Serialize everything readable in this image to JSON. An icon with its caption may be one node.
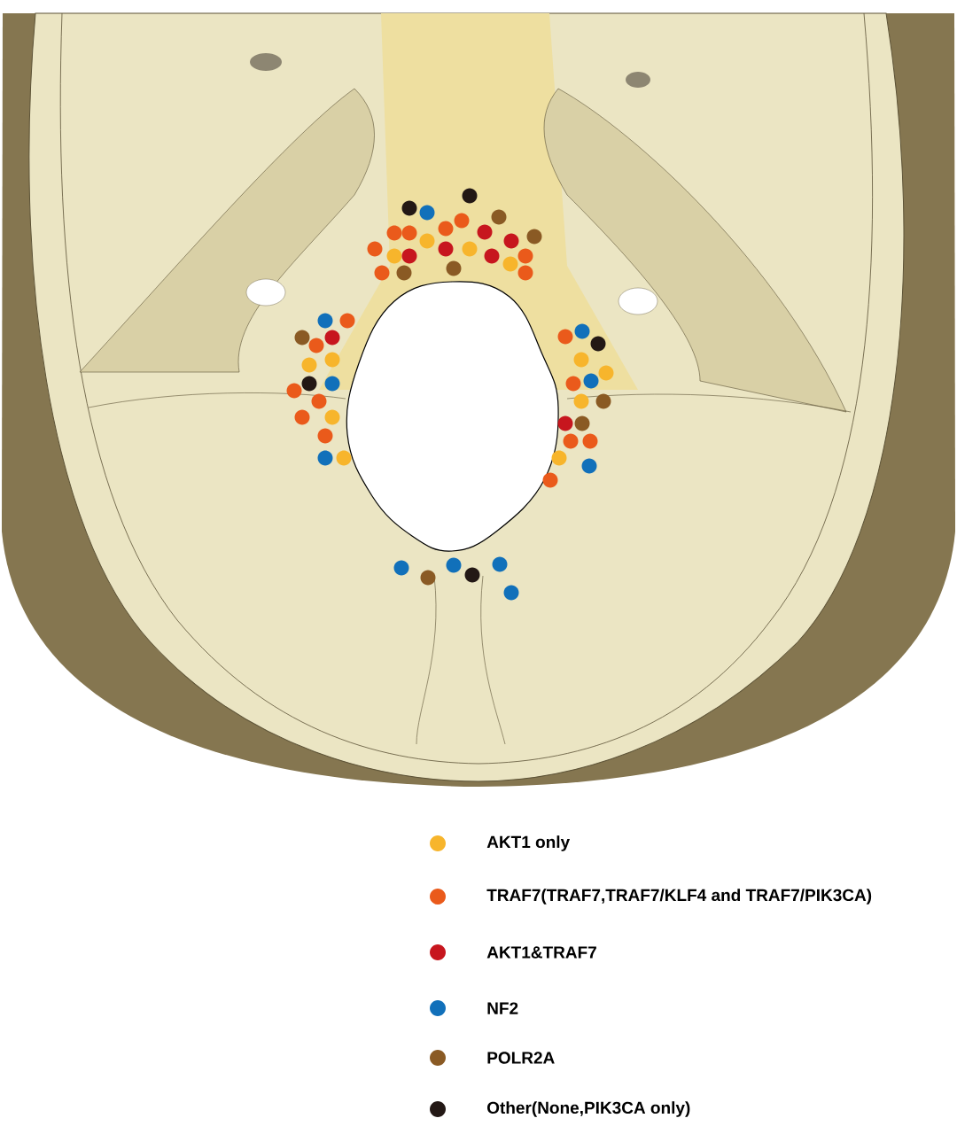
{
  "diagram": {
    "legend": [
      {
        "text": "AKT1 only",
        "color": "#f7b52c"
      },
      {
        "text": "TRAF7(TRAF7,TRAF7/KLF4 and TRAF7/PIK3CA)",
        "color": "#ea5a1b"
      },
      {
        "text": "AKT1&TRAF7",
        "color": "#c7161e"
      },
      {
        "text": "NF2",
        "color": "#1170ba"
      },
      {
        "text": "POLR2A",
        "color": "#8a5a24"
      },
      {
        "text": "Other(None,PIK3CA only)",
        "color": "#231815"
      }
    ]
  }
}
